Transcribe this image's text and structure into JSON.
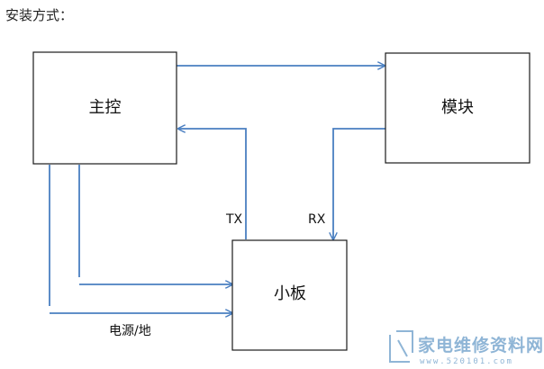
{
  "heading": "安装方式：",
  "nodes": {
    "main": "主控",
    "module": "模块",
    "small_board": "小板"
  },
  "edge_labels": {
    "tx": "TX",
    "rx": "RX",
    "power_ground": "电源/地"
  },
  "watermark": {
    "text": "家电维修资料网",
    "url": "www.520101.com"
  },
  "colors": {
    "connector": "#4a7fc1",
    "box_border": "#1a1a1a",
    "watermark": "#8fb5d6"
  }
}
